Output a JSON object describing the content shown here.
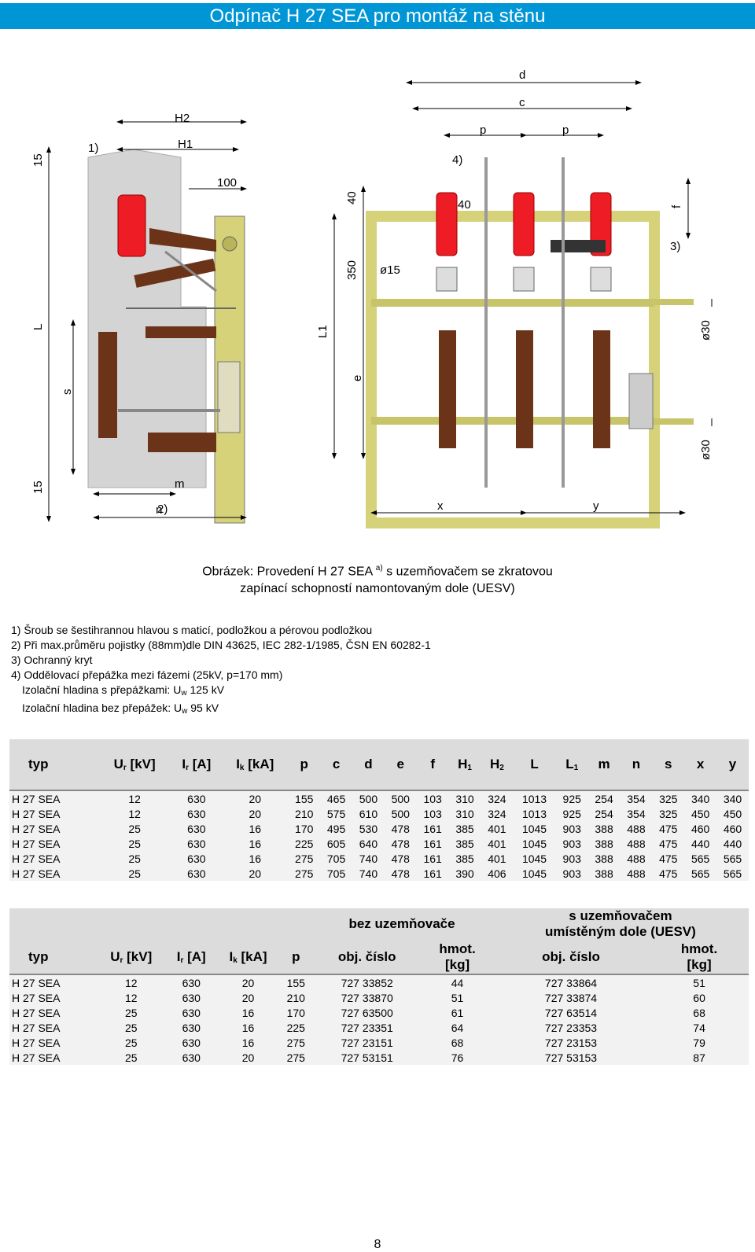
{
  "header": {
    "title": "Odpínač H 27 SEA pro montáž na stěnu"
  },
  "drawing": {
    "labels": {
      "d": "d",
      "c": "c",
      "p1": "p",
      "p2": "p",
      "h2": "H2",
      "h1": "H1",
      "n1": "1)",
      "n4": "4)",
      "n3": "3)",
      "n2": "2)",
      "v15a": "15",
      "v15b": "15",
      "v100": "100",
      "v40a": "40",
      "v40b": "40",
      "v350": "350",
      "phi15": "ø15",
      "phi30a": "ø30",
      "phi30b": "ø30",
      "L": "L",
      "L1": "L1",
      "s": "s",
      "e": "e",
      "f": "f",
      "m": "m",
      "n": "n",
      "x": "x",
      "y": "y"
    },
    "colors": {
      "fuse": "#ee1c24",
      "insulator": "#6b3317",
      "frame": "#d6d27a",
      "wall": "#d4d4d4"
    }
  },
  "caption": {
    "line1_a": "Obrázek: Provedení H 27 SEA ",
    "line1_sup": "a)",
    "line1_b": " s uzemňovačem se zkratovou",
    "line2": "zapínací schopností namontovaným dole (UESV)"
  },
  "notes": {
    "n1": "1) Šroub se šestihrannou hlavou s maticí, podložkou a pérovou podložkou",
    "n2": "2) Při max.průměru pojistky (88mm)dle DIN 43625, IEC 282-1/1985, ČSN EN 60282-1",
    "n3": "3) Ochranný kryt",
    "n4": "4) Oddělovací přepážka mezi fázemi (25kV, p=170 mm)",
    "n5_a": "Izolační hladina s přepážkami: U",
    "n5_sub": "w",
    "n5_b": " 125 kV",
    "n6_a": "Izolační hladina bez přepážek: U",
    "n6_sub": "w",
    "n6_b": " 95 kV"
  },
  "dims_table": {
    "headers": [
      "typ",
      "U",
      "r",
      " [kV]",
      "I",
      "r",
      " [A]",
      "I",
      "k",
      " [kA]",
      "p",
      "c",
      "d",
      "e",
      "f",
      "H",
      "1",
      "H",
      "2",
      "L",
      "L",
      "1",
      "m",
      "n",
      "s",
      "x",
      "y"
    ],
    "rows": [
      [
        "H 27 SEA",
        "12",
        "630",
        "20",
        "155",
        "465",
        "500",
        "500",
        "103",
        "310",
        "324",
        "1013",
        "925",
        "254",
        "354",
        "325",
        "340",
        "340"
      ],
      [
        "H 27 SEA",
        "12",
        "630",
        "20",
        "210",
        "575",
        "610",
        "500",
        "103",
        "310",
        "324",
        "1013",
        "925",
        "254",
        "354",
        "325",
        "450",
        "450"
      ],
      [
        "H 27 SEA",
        "25",
        "630",
        "16",
        "170",
        "495",
        "530",
        "478",
        "161",
        "385",
        "401",
        "1045",
        "903",
        "388",
        "488",
        "475",
        "460",
        "460"
      ],
      [
        "H 27 SEA",
        "25",
        "630",
        "16",
        "225",
        "605",
        "640",
        "478",
        "161",
        "385",
        "401",
        "1045",
        "903",
        "388",
        "488",
        "475",
        "440",
        "440"
      ],
      [
        "H 27 SEA",
        "25",
        "630",
        "16",
        "275",
        "705",
        "740",
        "478",
        "161",
        "385",
        "401",
        "1045",
        "903",
        "388",
        "488",
        "475",
        "565",
        "565"
      ],
      [
        "H 27 SEA",
        "25",
        "630",
        "20",
        "275",
        "705",
        "740",
        "478",
        "161",
        "390",
        "406",
        "1045",
        "903",
        "388",
        "488",
        "475",
        "565",
        "565"
      ]
    ]
  },
  "order_table": {
    "group1": "bez uzemňovače",
    "group2_l1": "s uzemňovačem",
    "group2_l2": "umístěným dole (UESV)",
    "h_typ": "typ",
    "h_u": "U",
    "h_u_sub": "r",
    "h_u_unit": " [kV]",
    "h_i": "I",
    "h_i_sub": "r",
    "h_i_unit": " [A]",
    "h_ik": "I",
    "h_ik_sub": "k",
    "h_ik_unit": " [kA]",
    "h_p": "p",
    "h_obj1": "obj. číslo",
    "h_hmot1_l1": "hmot.",
    "h_hmot1_l2": "[kg]",
    "h_obj2": "obj. číslo",
    "h_hmot2_l1": "hmot.",
    "h_hmot2_l2": "[kg]",
    "rows": [
      [
        "H 27 SEA",
        "12",
        "630",
        "20",
        "155",
        "727 33852",
        "44",
        "727 33864",
        "51"
      ],
      [
        "H 27 SEA",
        "12",
        "630",
        "20",
        "210",
        "727 33870",
        "51",
        "727 33874",
        "60"
      ],
      [
        "H 27 SEA",
        "25",
        "630",
        "16",
        "170",
        "727 63500",
        "61",
        "727 63514",
        "68"
      ],
      [
        "H 27 SEA",
        "25",
        "630",
        "16",
        "225",
        "727 23351",
        "64",
        "727 23353",
        "74"
      ],
      [
        "H 27 SEA",
        "25",
        "630",
        "16",
        "275",
        "727 23151",
        "68",
        "727 23153",
        "79"
      ],
      [
        "H 27 SEA",
        "25",
        "630",
        "20",
        "275",
        "727 53151",
        "76",
        "727 53153",
        "87"
      ]
    ]
  },
  "page": {
    "number": "8"
  }
}
